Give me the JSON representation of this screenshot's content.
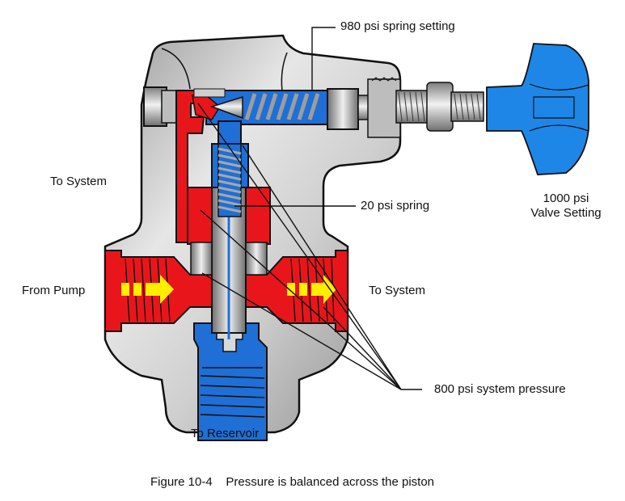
{
  "figure": {
    "number": "Figure 10-4",
    "title": "Pressure is balanced across the piston"
  },
  "labels": {
    "spring_setting": "980 psi spring setting",
    "to_system_upper": "To System",
    "small_spring": "20 psi spring",
    "valve_setting_line1": "1000 psi",
    "valve_setting_line2": "Valve Setting",
    "from_pump": "From Pump",
    "to_system_right": "To System",
    "system_pressure": "800 psi system pressure",
    "to_reservoir": "To Reservoir"
  },
  "colors": {
    "body_gray": "#c9c9c9",
    "body_dark": "#8a8a8a",
    "pressure_red": "#e8161b",
    "return_blue": "#1f6fd6",
    "knob_blue": "#1e86e6",
    "flow_arrow_yellow": "#ffee00",
    "outline": "#111111"
  }
}
